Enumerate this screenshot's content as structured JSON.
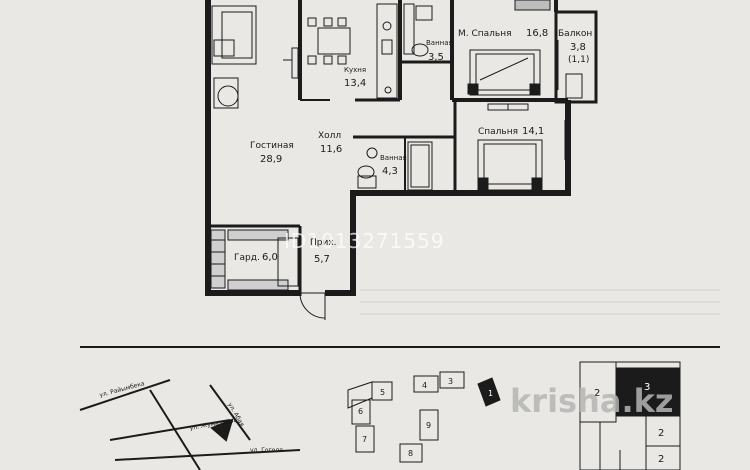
{
  "watermark": {
    "listing_id": "ID1013271559",
    "brand": "krisha.kz"
  },
  "rooms": {
    "living": {
      "name": "Гостиная",
      "area": "28,9"
    },
    "kitchen": {
      "name": "Кухня",
      "area": "13,4"
    },
    "bath_top": {
      "name": "Ванная",
      "area": "3,5"
    },
    "master_bedroom": {
      "name": "М. Спальня",
      "area": "16,8"
    },
    "balcony": {
      "name": "Балкон",
      "area": "3,8",
      "sub": "(1,1)"
    },
    "hall": {
      "name": "Холл",
      "area": "11,6"
    },
    "bath_mid": {
      "name": "Ванная",
      "area": "4,3"
    },
    "bedroom": {
      "name": "Спальня",
      "area": "14,1"
    },
    "wardrobe": {
      "name": "Гард.",
      "area": "6,0"
    },
    "entry": {
      "name": "Прих.",
      "area": "5,7"
    }
  },
  "site_plan": {
    "buildings": [
      "5",
      "4",
      "3",
      "6",
      "7",
      "8",
      "9",
      "1"
    ]
  },
  "street_map": {
    "streets": [
      "ул. Райымбека",
      "ул. Жумалиева",
      "ул. Гоголя",
      "ул. Абая"
    ]
  },
  "floor_key": {
    "cells": [
      "2",
      "3",
      "2",
      "2"
    ]
  }
}
